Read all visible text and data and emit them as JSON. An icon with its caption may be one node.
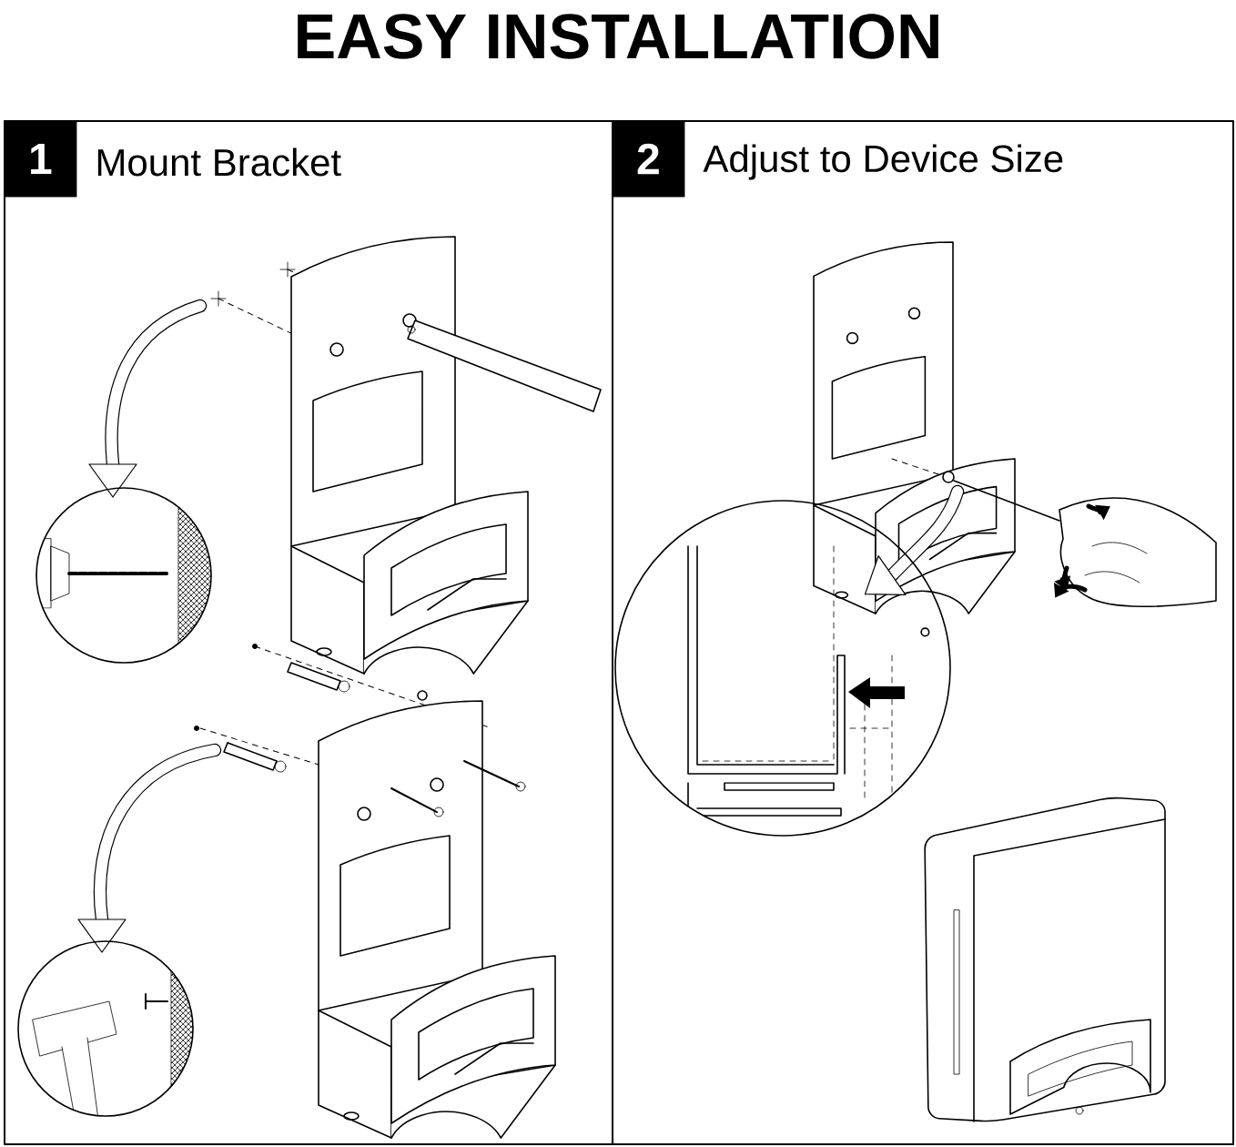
{
  "diagram": {
    "title": "EASY INSTALLATION",
    "nodes": [
      {
        "text": [
          "Mount Bracket"
        ]
      },
      {
        "text": [
          "1"
        ],
        "in": 0
      },
      {
        "text": [
          "Adjust to Device Size"
        ]
      },
      {
        "text": [
          "2"
        ],
        "in": 2
      }
    ]
  }
}
